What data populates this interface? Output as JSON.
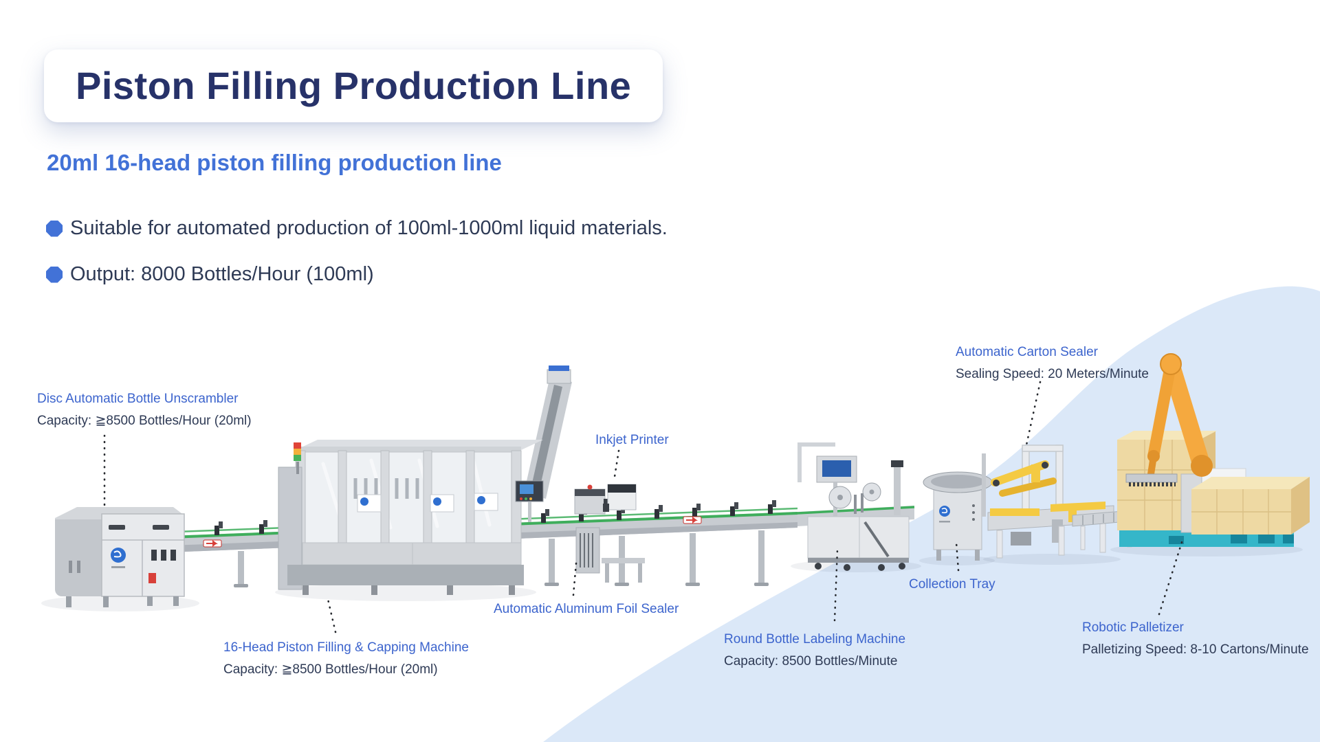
{
  "page": {
    "title": "Piston Filling Production Line",
    "subtitle": "20ml 16-head piston filling production line",
    "bullets": [
      "Suitable for automated production of 100ml-1000ml liquid materials.",
      "Output: 8000 Bottles/Hour (100ml)"
    ]
  },
  "machine_labels": [
    {
      "title": "Disc Automatic Bottle Unscrambler",
      "detail": "Capacity: ≧8500 Bottles/Hour (20ml)"
    },
    {
      "title": "16-Head Piston Filling & Capping Machine",
      "detail": "Capacity: ≧8500 Bottles/Hour (20ml)"
    },
    {
      "title": "Automatic Aluminum Foil Sealer"
    },
    {
      "title": "Inkjet Printer"
    },
    {
      "title": "Round Bottle Labeling Machine",
      "detail": "Capacity: 8500 Bottles/Minute"
    },
    {
      "title": "Collection Tray"
    },
    {
      "title": "Automatic Carton Sealer",
      "detail": "Sealing Speed: 20 Meters/Minute"
    },
    {
      "title": "Robotic Palletizer",
      "detail": "Palletizing Speed: 8-10 Cartons/Minute"
    }
  ],
  "colors": {
    "title_navy": "#273269",
    "accent_blue": "#4272d7",
    "label_blue": "#3c64cd",
    "body_dark": "#2e3a55",
    "blob_blue": "#dbe8f8",
    "conveyor_green": "#3fae5c",
    "machine_gray": "#d9dce0",
    "carton_tan": "#eed9a3",
    "robot_orange": "#f5a93f",
    "pallet_teal": "#35b6c9",
    "sealer_yellow": "#f4ca43"
  }
}
